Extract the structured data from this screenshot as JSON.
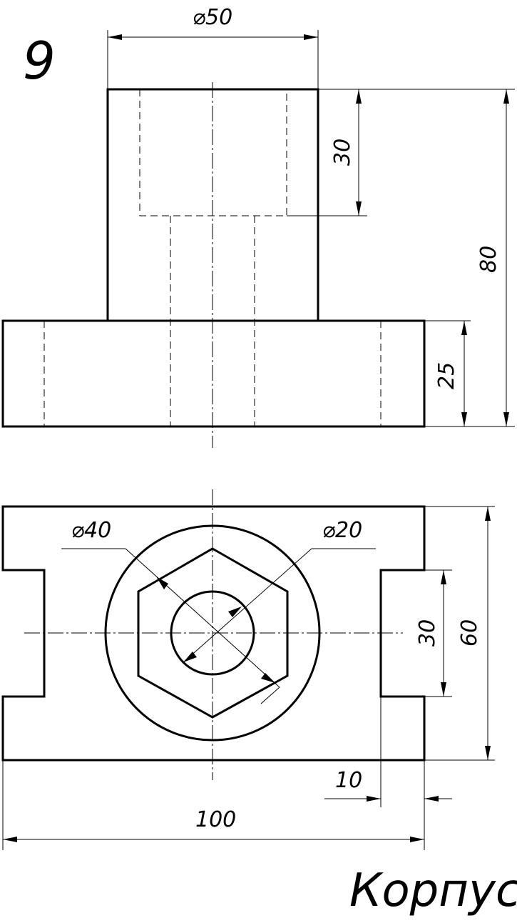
{
  "sheet": {
    "number": "9",
    "title": "Корпус"
  },
  "front_view": {
    "dims": {
      "boss_diameter": "⌀50",
      "counterbore_depth": "30",
      "total_height": "80",
      "base_height": "25"
    }
  },
  "top_view": {
    "dims": {
      "outer_circle": "⌀40",
      "bore": "⌀20",
      "slot_width": "30",
      "overall_depth": "60",
      "slot_depth": "10",
      "overall_length": "100"
    }
  }
}
